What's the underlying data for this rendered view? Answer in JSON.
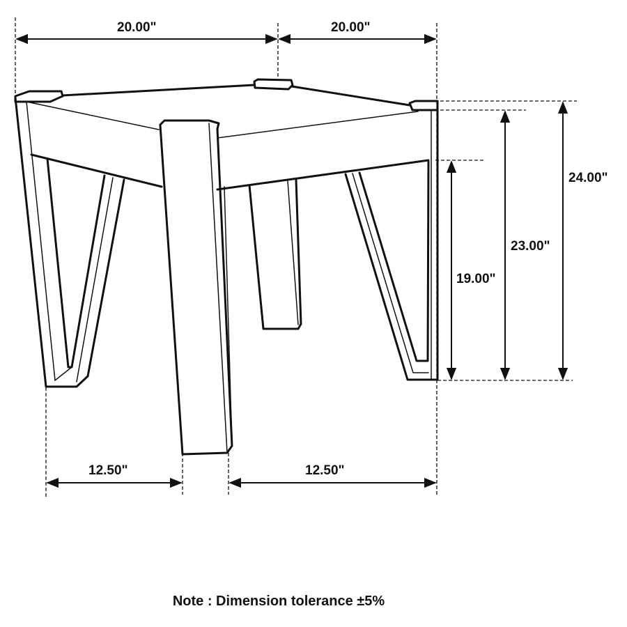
{
  "diagram": {
    "subject": "end table dimension drawing",
    "colors": {
      "line": "#111111",
      "background": "#ffffff"
    },
    "dimensions": {
      "top_width_left": "20.00\"",
      "top_width_right": "20.00\"",
      "overall_height": "24.00\"",
      "apron_top_height": "23.00\"",
      "apron_bottom_height": "19.00\"",
      "base_width_left": "12.50\"",
      "base_width_right": "12.50\""
    },
    "note": "Note : Dimension tolerance ±5%"
  }
}
